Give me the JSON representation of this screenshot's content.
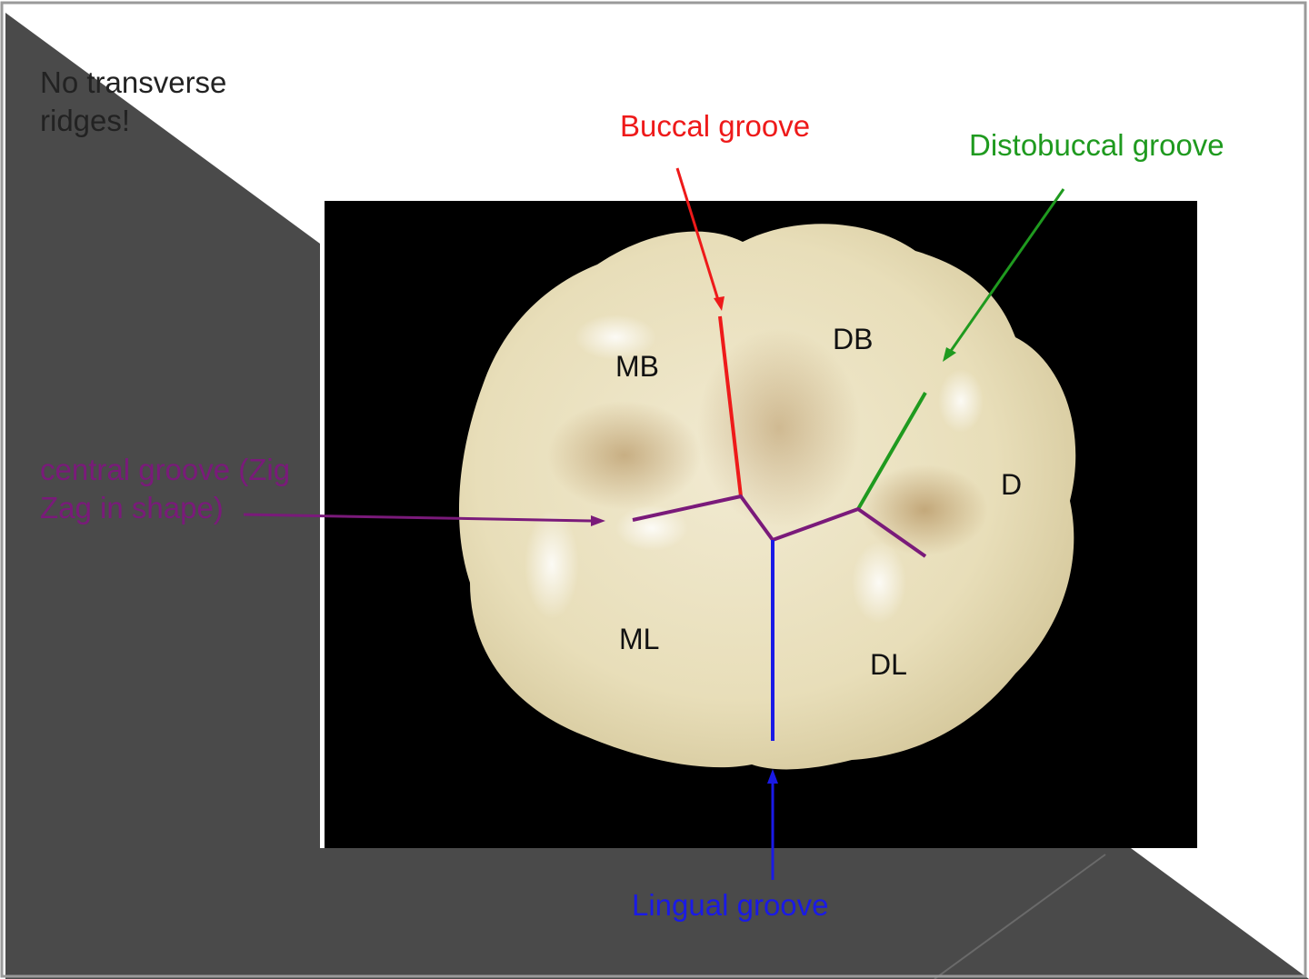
{
  "note": {
    "text": "No transverse ridges!"
  },
  "labels": {
    "buccal": "Buccal groove",
    "distobuccal": "Distobuccal groove",
    "central": "central groove (Zig Zag in shape)",
    "lingual": "Lingual groove"
  },
  "cusps": {
    "mb": "MB",
    "db": "DB",
    "d": "D",
    "ml": "ML",
    "dl": "DL"
  },
  "colors": {
    "buccal": "#ee1a1a",
    "distobuccal": "#1f9a1f",
    "central": "#7a1a7a",
    "lingual": "#1a1ae6",
    "slide_background": "#4a4a4a"
  }
}
